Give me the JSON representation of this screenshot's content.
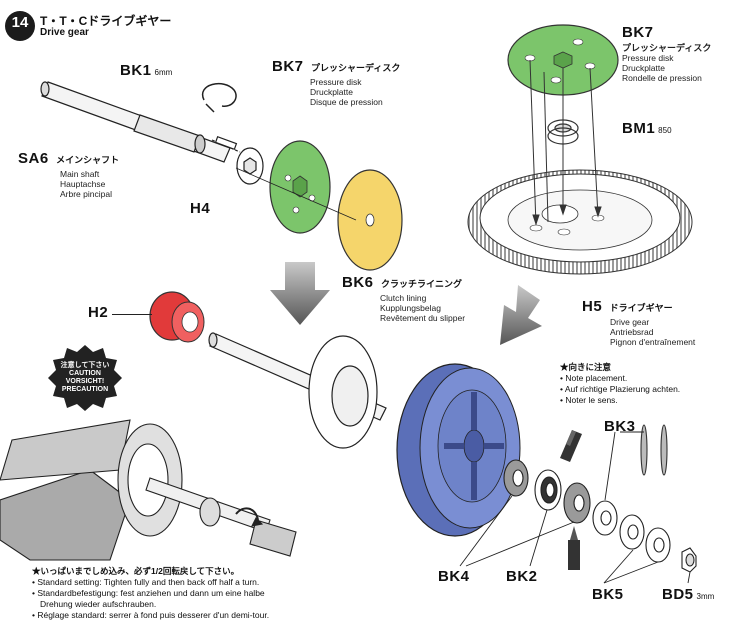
{
  "step": {
    "number": "14",
    "title_jp": "T・T・Cドライブギヤー",
    "title_en": "Drive gear"
  },
  "labels": {
    "bk1": {
      "code": "BK1",
      "size": "6mm"
    },
    "bk7_left": {
      "code": "BK7",
      "jp": "プレッシャーディスク",
      "lines": [
        "Pressure disk",
        "Druckplatte",
        "Disque de pression"
      ]
    },
    "sa6": {
      "code": "SA6",
      "jp": "メインシャフト",
      "lines": [
        "Main shaft",
        "Hauptachse",
        "Arbre pincipal"
      ]
    },
    "h4": {
      "code": "H4"
    },
    "bk6": {
      "code": "BK6",
      "jp": "クラッチライニング",
      "lines": [
        "Clutch lining",
        "Kupplungsbelag",
        "Revêtement du slipper"
      ]
    },
    "bk7_right": {
      "code": "BK7",
      "jp": "プレッシャーディスク",
      "lines": [
        "Pressure disk",
        "Druckplatte",
        "Rondelle de pression"
      ]
    },
    "bm1": {
      "code": "BM1",
      "size": "850"
    },
    "h5": {
      "code": "H5",
      "jp": "ドライブギヤー",
      "lines": [
        "Drive gear",
        "Antriebsrad",
        "Pignon d'entraînement"
      ]
    },
    "h2": {
      "code": "H2"
    },
    "bk3": {
      "code": "BK3"
    },
    "bk4": {
      "code": "BK4"
    },
    "bk2": {
      "code": "BK2"
    },
    "bk5": {
      "code": "BK5"
    },
    "bd5": {
      "code": "BD5",
      "size": "3mm"
    }
  },
  "caution_badge": {
    "jp": "注意して下さい",
    "lines": [
      "CAUTION",
      "VORSICHT!",
      "PRECAUTION"
    ]
  },
  "placement_note": {
    "jp": "★向きに注意",
    "lines": [
      "• Note placement.",
      "• Auf richtige Plazierung achten.",
      "• Noter le sens."
    ]
  },
  "setting_note": {
    "jp": "★いっぱいまでしめ込み、必ず1/2回転戻して下さい。",
    "lines": [
      "• Standard setting: Tighten fully and then back off half a turn.",
      "• Standardbefestigung: fest anziehen und dann um eine halbe",
      "  Drehung wieder aufschrauben.",
      "• Réglage standard: serrer à fond puis desserer d'un demi-tour."
    ]
  },
  "colors": {
    "pressure_disk": "#7cc56b",
    "clutch_lining": "#f5d56b",
    "drive_gear": "#6e83c9",
    "pinion_h2": "#e13a3a",
    "line": "#222222"
  }
}
